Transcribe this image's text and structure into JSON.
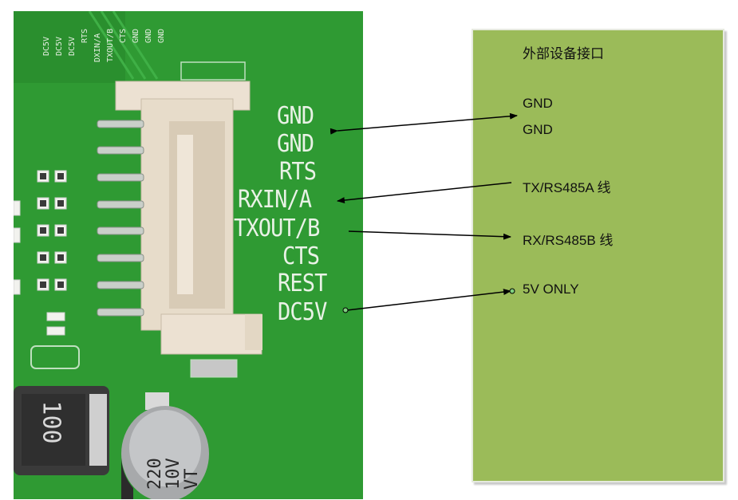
{
  "pcb": {
    "pin_labels": [
      "GND",
      "GND",
      "RTS",
      "RXIN/A",
      "TXOUT/B",
      "CTS",
      "REST",
      "DC5V"
    ],
    "top_silkscreen": [
      "DC5V",
      "DC5V",
      "DC5V",
      "RTS",
      "DXIN/A",
      "TXOUT/B",
      "CTS",
      "GND",
      "GND",
      "GND"
    ],
    "inductor_marking": "100",
    "capacitor_marking": [
      "220",
      "10V",
      "VT"
    ]
  },
  "panel": {
    "title": "外部设备接口",
    "items": [
      {
        "text": "GND"
      },
      {
        "text": "GND"
      },
      {
        "text": "TX/RS485A 线"
      },
      {
        "text": "RX/RS485B 线"
      },
      {
        "text": "5V ONLY"
      }
    ]
  },
  "colors": {
    "pcb_green": "#2f9a33",
    "panel_green": "#9bbb59",
    "connector_white": "#ece1d2",
    "arrow": "#000000"
  }
}
